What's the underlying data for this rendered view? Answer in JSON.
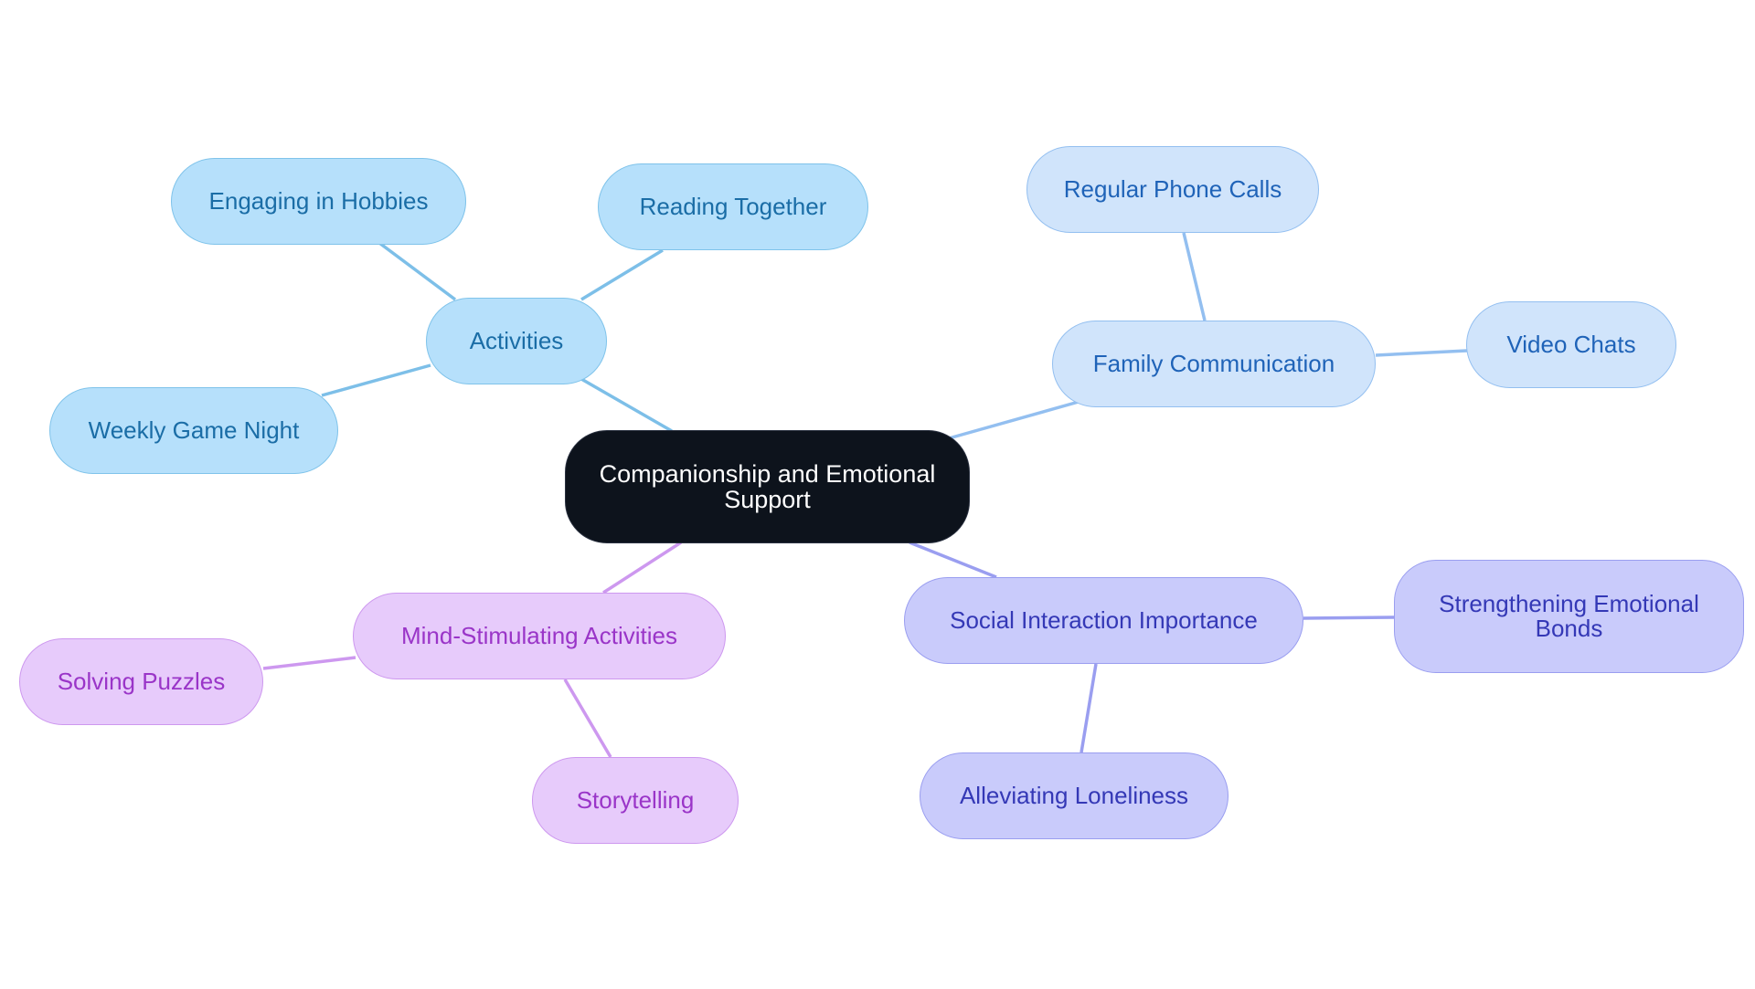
{
  "root": {
    "label": "Companionship and Emotional Support"
  },
  "branches": {
    "activities": {
      "label": "Activities",
      "children": [
        "Engaging in Hobbies",
        "Reading Together",
        "Weekly Game Night"
      ]
    },
    "family_communication": {
      "label": "Family Communication",
      "children": [
        "Regular Phone Calls",
        "Video Chats"
      ]
    },
    "social_interaction": {
      "label": "Social Interaction Importance",
      "children": [
        "Strengthening Emotional Bonds",
        "Alleviating Loneliness"
      ]
    },
    "mind_stimulating": {
      "label": "Mind-Stimulating Activities",
      "children": [
        "Solving Puzzles",
        "Storytelling"
      ]
    }
  },
  "colors": {
    "root_fill": "#0d131c",
    "activities": "#b6e0fb",
    "family_communication": "#d0e4fb",
    "social_interaction": "#c9cbfb",
    "mind_stimulating": "#e7cbfb"
  }
}
